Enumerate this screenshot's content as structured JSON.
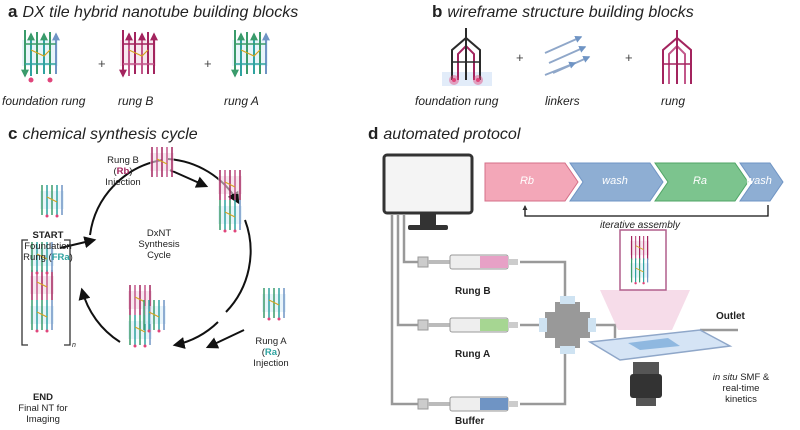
{
  "panels": {
    "a": {
      "letter": "a",
      "title": "DX tile hybrid nanotube building blocks",
      "items": [
        "foundation rung",
        "rung B",
        "rung A"
      ]
    },
    "b": {
      "letter": "b",
      "title": "wireframe structure building blocks",
      "items": [
        "foundation rung",
        "linkers",
        "rung"
      ]
    },
    "c": {
      "letter": "c",
      "title": "chemical synthesis cycle",
      "rungB_pre": "Rung B",
      "rungB_code": "Rb",
      "rungB_post": "Injection",
      "start": "START",
      "start_line1": "Foundation",
      "start_line2": "Rung",
      "start_code": "FRa",
      "cycle_line1": "DxNT",
      "cycle_line2": "Synthesis",
      "cycle_line3": "Cycle",
      "rungA_pre": "Rung A",
      "rungA_code": "Ra",
      "rungA_post": "Injection",
      "end": "END",
      "end_line1": "Final NT for",
      "end_line2": "Imaging",
      "subscript": "n"
    },
    "d": {
      "letter": "d",
      "title": "automated protocol",
      "steps": [
        "Rb",
        "wash",
        "Ra",
        "wash"
      ],
      "iterative": "iterative assembly",
      "syringes": [
        "Rung B",
        "Rung A",
        "Buffer"
      ],
      "outlet": "Outlet",
      "insitu_italic": "in situ",
      "insitu_rest": " SMF &",
      "insitu_line2": "real-time",
      "insitu_line3": "kinetics"
    }
  },
  "colors": {
    "green": "#3a9b6b",
    "teal": "#2fa3a0",
    "magenta": "#a3245e",
    "pink": "#e8738f",
    "blue": "#6f94c4",
    "grayblue": "#8fa7c9",
    "mint": "#7cc48e",
    "slate": "#566a84"
  }
}
